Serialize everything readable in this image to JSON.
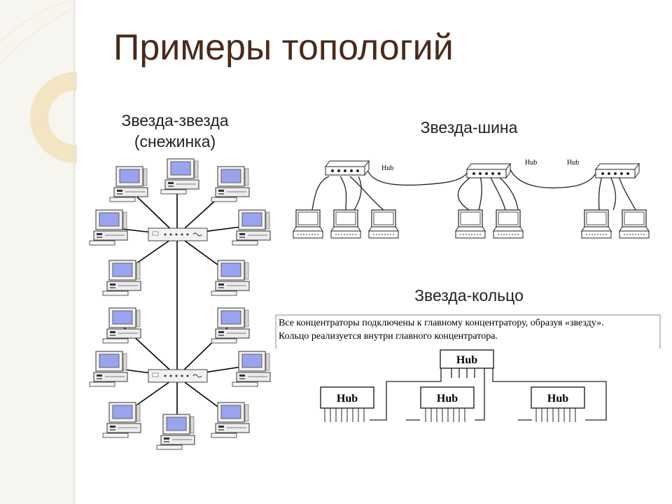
{
  "title": "Примеры топологий",
  "snowflake": {
    "label_line1": "Звезда-звезда",
    "label_line2": "(снежинка)"
  },
  "star_bus": {
    "label": "Звезда-шина",
    "hub_labels": [
      "Hub",
      "Hub",
      "Hub"
    ]
  },
  "star_ring": {
    "label": "Звезда-кольцо",
    "caption_line1": "Все концентраторы подключены к главному концентратору, образуя «звезду».",
    "caption_line2": "Кольцо реализуется внутри главного концентратора.",
    "main_hub": "Hub",
    "hubs": [
      "Hub",
      "Hub",
      "Hub"
    ]
  },
  "colors": {
    "title": "#4a2a1a",
    "deco_ring": "#f2e2b8",
    "monitor_screen": "#9aa4ee"
  },
  "icons": [
    "desktop-computer-icon",
    "laptop-icon",
    "hub-icon"
  ]
}
